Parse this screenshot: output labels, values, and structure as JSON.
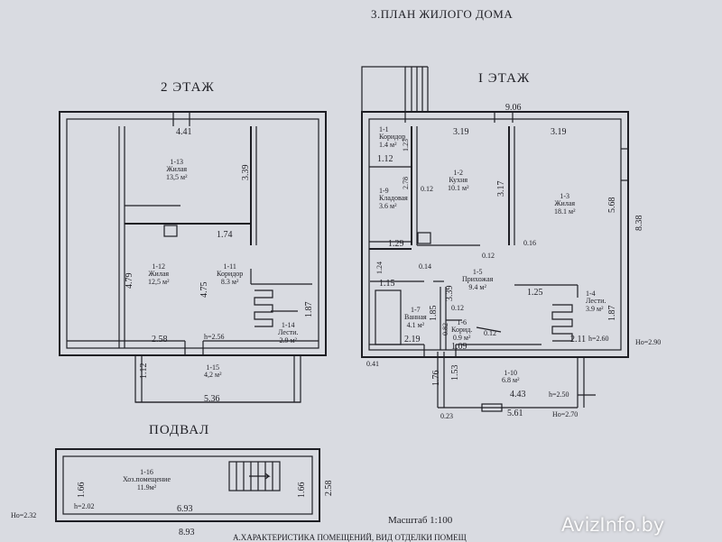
{
  "title": "3.ПЛАН ЖИЛОГО ДОМА",
  "floors": {
    "second": "2  ЭТАЖ",
    "first": "I  ЭТАЖ",
    "basement": "ПОДВАЛ"
  },
  "rooms": {
    "r113": {
      "id": "1-13",
      "name": "Жилая",
      "area": "13,5 м²"
    },
    "r112": {
      "id": "1-12",
      "name": "Жилая",
      "area": "12,5 м²"
    },
    "r111": {
      "id": "1-11",
      "name": "Коридор",
      "area": "8.3  м²"
    },
    "r114": {
      "id": "1-14",
      "name": "Лести.",
      "area": "2.9  м²"
    },
    "r115": {
      "id": "1-15",
      "area": "4,2 м²"
    },
    "r11": {
      "id": "1-1",
      "name": "Коридор",
      "area": "1.4  м²"
    },
    "r12": {
      "id": "1-2",
      "name": "Кухня",
      "area": "10.1 м²"
    },
    "r13": {
      "id": "1-3",
      "name": "Жилая",
      "area": "18.1 м²"
    },
    "r19": {
      "id": "1-9",
      "name": "Кладовая",
      "area": "3.6  м²"
    },
    "r15": {
      "id": "1-5",
      "name": "Прихожая",
      "area": "9.4  м²"
    },
    "r14": {
      "id": "1-4",
      "name": "Лести.",
      "area": "3.9  м²"
    },
    "r17": {
      "id": "1-7",
      "name": "Ванная",
      "area": "4.1  м²"
    },
    "r16": {
      "id": "1-6",
      "name": "Корид.",
      "area": "0.9  м²"
    },
    "r110": {
      "id": "1-10",
      "area": "6.8  м²"
    },
    "r116": {
      "id": "1-16",
      "name": "Хоз.помещение",
      "area": "11.9м²"
    }
  },
  "dims": {
    "d441": "4.41",
    "d339": "3.39",
    "d174": "1.74",
    "d479": "4.79",
    "d475": "4.75",
    "d187a": "1.87",
    "d258": "2.58",
    "h256": "h=2.56",
    "d112": "1.12",
    "d536": "5.36",
    "d906": "9.06",
    "d319a": "3.19",
    "d319b": "3.19",
    "d112b": "1.12",
    "d123": "1.23",
    "d278": "2.78",
    "d012a": "0.12",
    "d317": "3.17",
    "d568": "5.68",
    "d838": "8.38",
    "d129": "1.29",
    "d012b": "0.12",
    "d016": "0.16",
    "d124": "1.24",
    "d014": "0.14",
    "d115": "1.15",
    "d339b": "3.39",
    "d125": "1.25",
    "d012c": "0.12",
    "d185": "1.85",
    "d012d": "0.12",
    "d187b": "1.87",
    "d219": "2.19",
    "d109": "1.09",
    "d211": "2.11",
    "h260": "h=2.60",
    "ho290": "Ho=2.90",
    "d041": "0.41",
    "d176": "1.76",
    "d153": "1.53",
    "d443": "4.43",
    "h250": "h=2.50",
    "d023": "0.23",
    "d561": "5.61",
    "ho270": "Ho=2.70",
    "d166a": "1.66",
    "d166b": "1.66",
    "d258b": "2.58",
    "h202": "h=2.02",
    "d693": "6.93",
    "ho232": "Ho=2.32",
    "d893": "8.93",
    "d082": "0.82"
  },
  "scale": "Масштаб 1:100",
  "bottom_text": "А.ХАРАКТЕРИСТИКА ПОМЕЩЕНИЙ, ВИД ОТДЕЛКИ ПОМЕЩ",
  "watermark": "AvizInfo.by"
}
